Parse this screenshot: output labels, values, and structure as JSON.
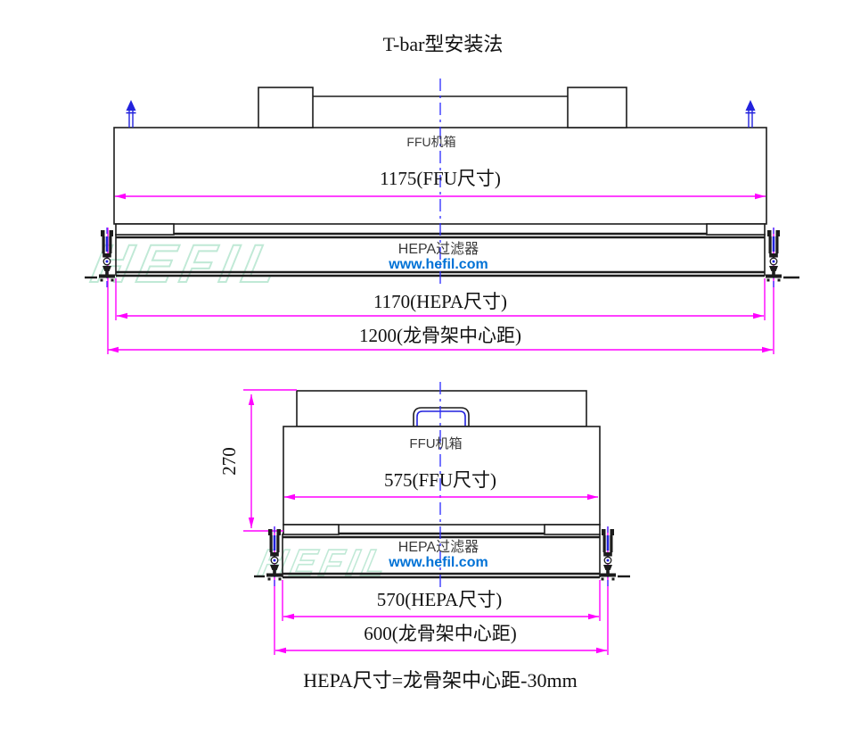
{
  "title": "T-bar型安装法",
  "footer_note": "HEPA尺寸=龙骨架中心距-30mm",
  "brand": {
    "watermark": "HEFIL",
    "website": "www.hefil.com"
  },
  "colors": {
    "dimension_magenta": "#ff00ff",
    "centerline_blue": "#2a2aff",
    "drawing_black": "#1c1c1c",
    "website_blue": "#0072d6",
    "watermark_green": "#c0e9d6"
  },
  "top_view": {
    "ffu_label": "FFU机箱",
    "ffu_dim_label": "1175(FFU尺寸)",
    "hepa_label": "HEPA过滤器",
    "website": "www.hefil.com",
    "hepa_dim_label": "1170(HEPA尺寸)",
    "grid_dim_label": "1200(龙骨架中心距)",
    "watermark": "HEFIL"
  },
  "bottom_view": {
    "ffu_label": "FFU机箱",
    "ffu_dim_label": "575(FFU尺寸)",
    "height_dim_label": "270",
    "hepa_label": "HEPA过滤器",
    "website": "www.hefil.com",
    "hepa_dim_label": "570(HEPA尺寸)",
    "grid_dim_label": "600(龙骨架中心距)",
    "watermark": "HEFIL"
  }
}
